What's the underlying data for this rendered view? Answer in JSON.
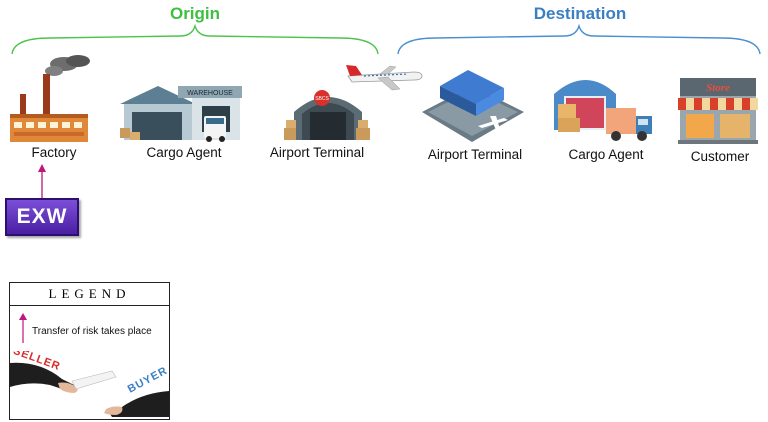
{
  "groups": {
    "origin": "Origin",
    "destination": "Destination"
  },
  "nodes": {
    "factory": "Factory",
    "origin_cargo_agent": "Cargo Agent",
    "origin_airport": "Airport Terminal",
    "dest_airport": "Airport Terminal",
    "dest_cargo_agent": "Cargo Agent",
    "customer": "Customer"
  },
  "signs": {
    "warehouse": "WAREHOUSE",
    "store": "Store",
    "terminal": "SBCS"
  },
  "incoterm": "EXW",
  "legend": {
    "title": "LEGEND",
    "risk_text": "Transfer of risk takes place",
    "seller": "SELLER",
    "buyer": "BUYER"
  },
  "colors": {
    "origin": "#3fbf3f",
    "destination": "#3a7fc4",
    "arrow": "#c0157a",
    "incoterm_box": "#5a2bc0"
  }
}
